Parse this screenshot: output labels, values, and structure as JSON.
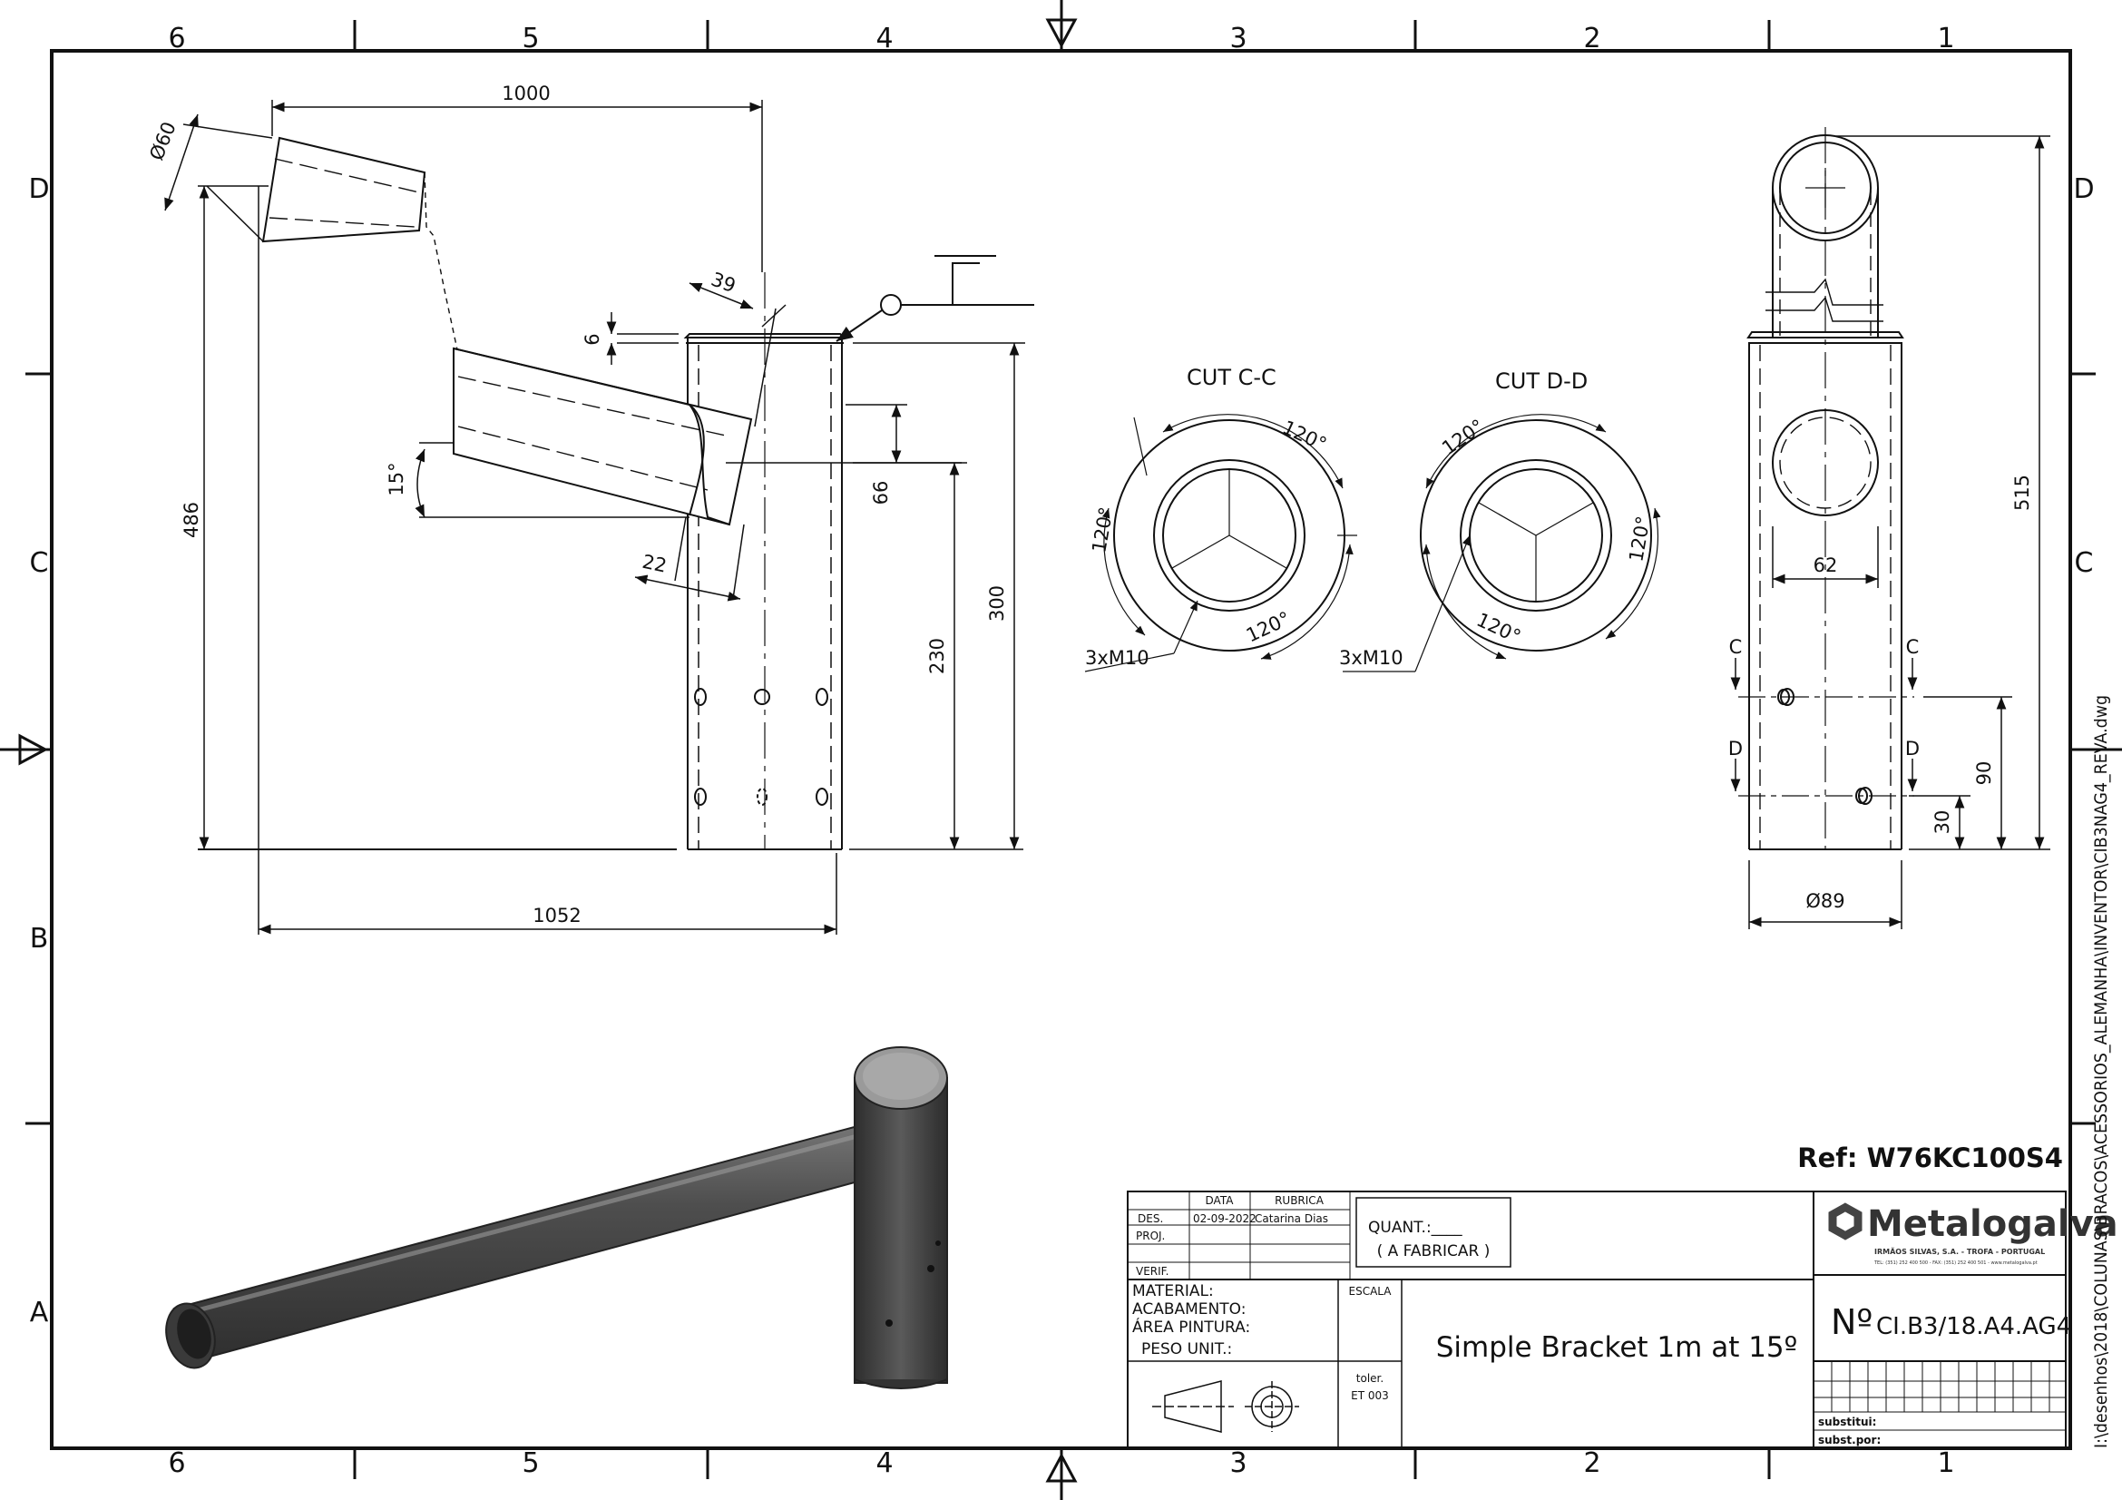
{
  "zones": {
    "columns": [
      "6",
      "5",
      "4",
      "3",
      "2",
      "1"
    ],
    "rows": [
      "D",
      "C",
      "B",
      "A"
    ]
  },
  "dimensions": {
    "side": {
      "length_top": "1000",
      "diameter_tube": "Ø60",
      "angle_cut": "39",
      "cap_height": "6",
      "offset_66": "66",
      "angle_15": "15°",
      "overall_486": "486",
      "offset_22": "22",
      "height_230": "230",
      "height_300": "300",
      "length_bottom": "1052"
    },
    "front": {
      "height_515": "515",
      "width_62": "62",
      "height_90": "90",
      "height_30": "30",
      "diameter_89": "Ø89"
    }
  },
  "sections": {
    "cut_c": {
      "title": "CUT C-C",
      "angles": [
        "120°",
        "120°",
        "120°"
      ],
      "bolt": "3xM10"
    },
    "cut_d": {
      "title": "CUT D-D",
      "angles": [
        "120°",
        "120°",
        "120°"
      ],
      "bolt": "3xM10"
    },
    "markers": [
      "C",
      "C",
      "D",
      "D"
    ]
  },
  "title_block": {
    "ref": "Ref: W76KC100S4",
    "header_data": "DATA",
    "header_rubrica": "RUBRICA",
    "des_label": "DES.",
    "des_date": "02-09-2022",
    "des_name": "Catarina Dias",
    "proj_label": "PROJ.",
    "verif_label": "VERIF.",
    "quant": "QUANT.:____",
    "a_fabricar": "( A FABRICAR )",
    "material": "MATERIAL:",
    "acabamento": "ACABAMENTO:",
    "area_pintura": "ÁREA PINTURA:",
    "peso_unit": "PESO UNIT.:",
    "escala": "ESCALA",
    "toler": "toler.",
    "et": "ET 003",
    "title": "Simple Bracket 1m at 15º",
    "brand": "Metalogalva",
    "brand_sub": "IRMÃOS SILVAS, S.A. - TROFA - PORTUGAL",
    "brand_tel": "TEL: (351) 252 400 500 - FAX: (351) 252 400 501 - www.metalogalva.pt",
    "doc_prefix": "Nº",
    "doc_number": "CI.B3/18.A4.AG4",
    "substitui": "substitui:",
    "subst_por": "subst.por:"
  },
  "file_path": "I:\\desenhos\\2018\\COLUNAS\\BRACOS\\ACESSORIOS_ALEMANHA\\INVENTOR\\CIB3NAG4_REVA.dwg",
  "colors": {
    "line": "#111111",
    "tube": "#4a4a4a",
    "tube_light": "#8a8a8a",
    "cap": "#9a9a9a"
  }
}
